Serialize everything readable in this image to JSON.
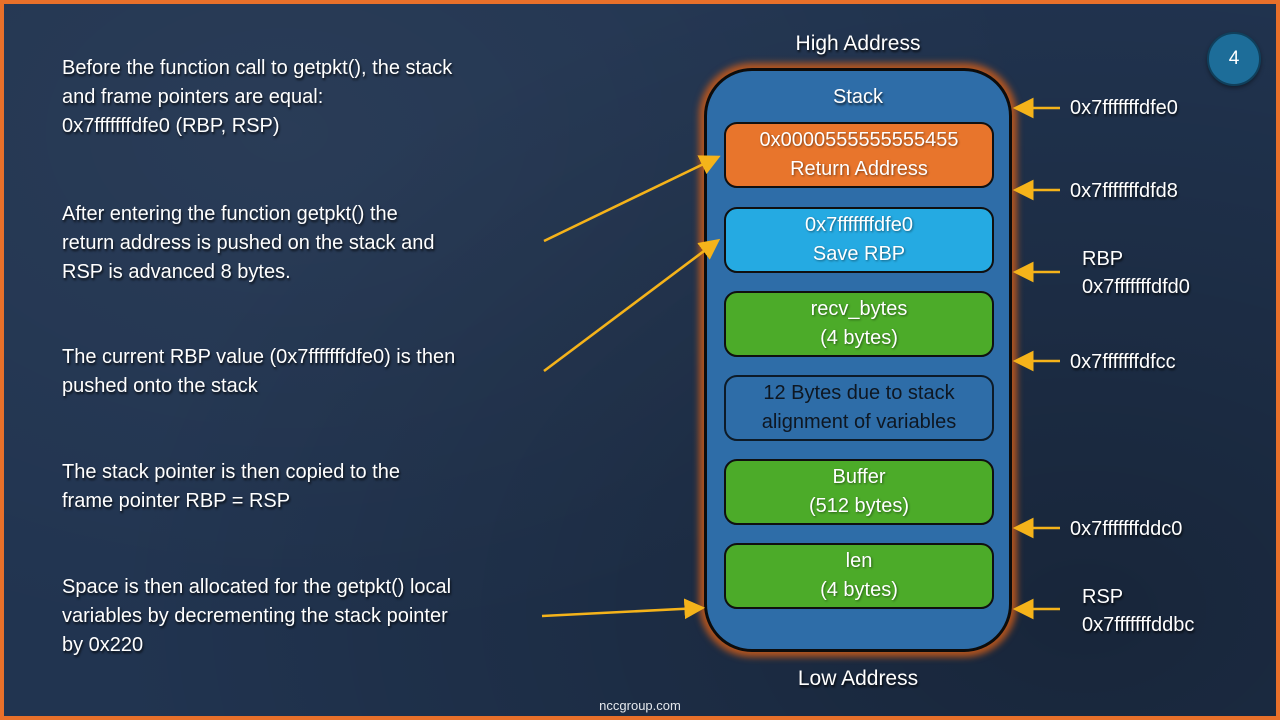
{
  "slide": {
    "page_number": "4",
    "footer": "nccgroup.com",
    "notes": [
      "Before the function call to getpkt(), the stack\nand frame pointers are equal:\n0x7fffffffdfe0 (RBP, RSP)",
      "After entering the function getpkt() the\nreturn address is pushed on the stack and\nRSP is advanced 8 bytes.",
      "The current RBP value (0x7fffffffdfe0) is then\npushed onto the stack",
      "The stack pointer is then copied to the\nframe pointer RBP = RSP",
      "Space is then allocated for the getpkt() local\nvariables by decrementing the stack pointer\nby 0x220"
    ],
    "diagram": {
      "high_address_label": "High Address",
      "low_address_label": "Low Address",
      "stack_title": "Stack",
      "boxes": [
        {
          "line1": "0x0000555555555455",
          "line2": "Return Address"
        },
        {
          "line1": "0x7fffffffdfe0",
          "line2": "Save RBP"
        },
        {
          "line1": "recv_bytes",
          "line2": "(4 bytes)"
        },
        {
          "line1": "12 Bytes due to stack",
          "line2": "alignment of variables"
        },
        {
          "line1": "Buffer",
          "line2": "(512 bytes)"
        },
        {
          "line1": "len",
          "line2": "(4 bytes)"
        }
      ],
      "address_labels": [
        {
          "address": "0x7fffffffdfe0"
        },
        {
          "address": "0x7fffffffdfd8"
        },
        {
          "register": "RBP",
          "address": "0x7fffffffdfd0"
        },
        {
          "address": "0x7fffffffdfcc"
        },
        {
          "address": "0x7fffffffddc0"
        },
        {
          "register": "RSP",
          "address": "0x7fffffffddbc"
        }
      ]
    },
    "colors": {
      "background": "#213450",
      "slide_border": "#e8702a",
      "container_fill": "#2e6da8",
      "box_orange": "#e8752c",
      "box_blue": "#25aae2",
      "box_green": "#4cab29",
      "note_text": "#0e1722",
      "arrow": "#f5b31a",
      "badge_fill": "#1d6d99"
    }
  }
}
